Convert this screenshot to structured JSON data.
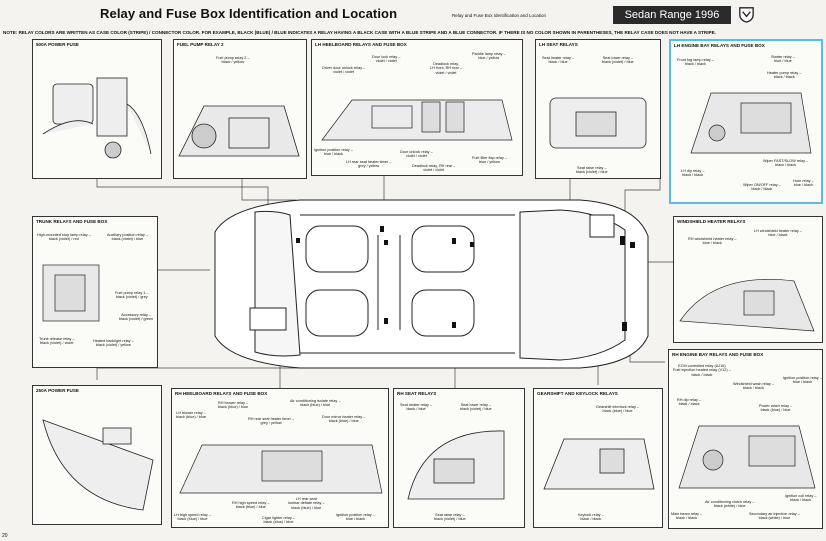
{
  "header": {
    "title": "Relay and Fuse Box Identification and Location",
    "subtitle": "Relay and Fuse Box Identification and Location",
    "range": "Sedan Range 1996"
  },
  "note": "NOTE: RELAY COLORS ARE WRITTEN AS CASE COLOR (STRIPE) / CONNECTOR COLOR. FOR EXAMPLE, BLACK (BLUE) / BLUE INDICATES A RELAY HAVING A BLACK CASE WITH A BLUE STRIPE AND A BLUE CONNECTOR. IF THERE IS NO COLOR SHOWN IN PARENTHESES, THE RELAY CASE DOES NOT HAVE A STRIPE.",
  "page_number": "20",
  "colors": {
    "highlight": "#58bde8",
    "line": "#333333"
  },
  "panels": {
    "p500a": {
      "title": "500A POWER FUSE",
      "labels": []
    },
    "fuelpump": {
      "title": "FUEL PUMP RELAY 2",
      "labels": [
        "Fuel pump relay 2 –\nblack / yellow"
      ]
    },
    "lhkick": {
      "title": "LH HEELBOARD RELAYS AND FUSE BOX",
      "labels": [
        "Door lock relay –\nviolet / violet",
        "Paddle lamp relay –\nblue / yellow",
        "Driver door unlock relay –\nviolet / violet",
        "Deadlock relay,\nLH front, RH rear –\nviolet / violet",
        "Ignition position relay –\nblue / black",
        "Door unlock relay –\nviolet / violet",
        "LH rear seat heater timer –\ngrey / yellow",
        "Deadlock relay, RH rear –\nviolet / violet",
        "Fuel filler flap relay –\nblue / yellow"
      ]
    },
    "lhseat": {
      "title": "LH SEAT RELAYS",
      "labels": [
        "Seat heater relay –\nblack / blue",
        "Seat lower relay –\nblack (violet) / blue",
        "Seat raise relay –\nblack (violet) / blue"
      ]
    },
    "lhengine": {
      "title": "LH ENGINE BAY RELAYS AND FUSE BOX",
      "labels": [
        "Front fog lamp relay –\nblack / black",
        "Starter relay –\nblue / blue",
        "Heater pump relay –\nblack / black",
        "Wiper FAST/SLOW relay –\nblack / black",
        "LH dip relay –\nblack / black",
        "Wiper ON/OFF relay –\nblack / black",
        "Horn relay –\nblue / black"
      ]
    },
    "trunk": {
      "title": "TRUNK RELAYS AND FUSE BOX",
      "labels": [
        "High-mounted stop lamp relay –\nblack (violet) / red",
        "Auxiliary position relay –\nblack (violet) / blue",
        "Fuel pump relay 1 –\nblack (violet) / grey",
        "Accessory relay –\nblack (violet) / green",
        "Trunk release relay –\nblack (violet) / violet",
        "Heated backlight relay –\nblack (violet) / yellow"
      ]
    },
    "windshield": {
      "title": "WINDSHIELD HEATER RELAYS",
      "labels": [
        "RH windshield heater relay –\nblue / black",
        "LH windshield heater relay –\nblue / black"
      ]
    },
    "p250a": {
      "title": "250A POWER FUSE",
      "labels": []
    },
    "rhkick": {
      "title": "RH HEELBOARD RELAYS AND FUSE BOX",
      "labels": [
        "RH blower relay –\nblack (blue) / blue",
        "Air conditioning isolate relay –\nblack (blue) / blue",
        "LH blower relay –\nblack (blue) / blue",
        "RH rear seat heater timer –\ngrey / yellow",
        "Door mirror heater relay –\nblack (blue) / blue",
        "LH rear seat\nlumbar deflate relay –\nblack (blue) / blue",
        "RH high speed relay –\nblack (blue) / blue",
        "LH high speed relay –\nblack (blue) / blue",
        "Cigar lighter relay –\nblack (blue) / blue",
        "Ignition position relay –\nblue / black"
      ]
    },
    "rhseat": {
      "title": "RH SEAT RELAYS",
      "labels": [
        "Seat heater relay –\nblack / blue",
        "Seat lower relay –\nblack (violet) / blue",
        "Seat raise relay –\nblack (violet) / blue"
      ]
    },
    "gearshift": {
      "title": "GEARSHIFT AND KEYLOCK RELAYS",
      "labels": [
        "Gearshift interlock relay –\nblack (blue) / blue",
        "Keylock relay –\nblack / black"
      ]
    },
    "rhengine": {
      "title": "RH ENGINE BAY RELAYS AND FUSE BOX",
      "labels": [
        "ECM controlled relay (AJ16)\nFuel injection heated relay (V12) –\nblack / black",
        "Windshield wash relay –\nblack / black",
        "Ignition position relay –\nblue / black",
        "RH dip relay –\nblack / black",
        "Power wash relay –\nblack (blue) / blue",
        "Ignition coil relay –\nblack / black",
        "Air conditioning clutch relay –\nblack (white) / blue",
        "Main beam relay –\nblack / black",
        "Secondary air injection relay –\nblack (white) / blue"
      ]
    }
  }
}
